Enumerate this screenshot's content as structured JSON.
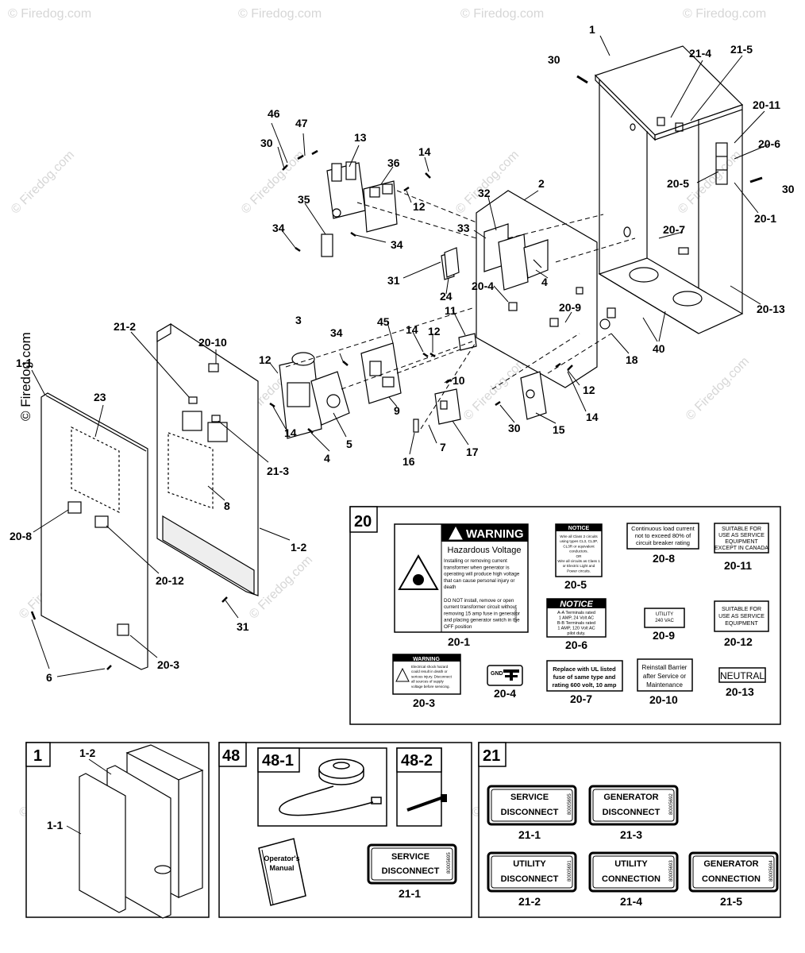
{
  "watermark": "© Firedog.com",
  "callouts": {
    "c1": "1",
    "c30a": "30",
    "c21_4": "21-4",
    "c21_5": "21-5",
    "c20_11": "20-11",
    "c20_6": "20-6",
    "c20_5": "20-5",
    "c30b": "30",
    "c20_1": "20-1",
    "c20_7": "20-7",
    "c20_13": "20-13",
    "c2": "2",
    "c46": "46",
    "c47": "47",
    "c13": "13",
    "c30c": "30",
    "c14a": "14",
    "c36": "36",
    "c12a": "12",
    "c35": "35",
    "c34a": "34",
    "c34b": "34",
    "c32": "32",
    "c33": "33",
    "c4a": "4",
    "c31a": "31",
    "c24": "24",
    "c20_4": "20-4",
    "c20_9": "20-9",
    "c11": "11",
    "c45": "45",
    "c14b": "14",
    "c12b": "12",
    "c18": "18",
    "c40": "40",
    "c3": "3",
    "c34c": "34",
    "c12c": "12",
    "c9": "9",
    "c10": "10",
    "c12d": "12",
    "c14c": "14",
    "c14d": "14",
    "c5": "5",
    "c4b": "4",
    "c7": "7",
    "c16": "16",
    "c17": "17",
    "c30d": "30",
    "c15": "15",
    "c20_10": "20-10",
    "c21_2": "21-2",
    "c1_1": "1-1",
    "c23": "23",
    "c21_3": "21-3",
    "c8": "8",
    "c1_2": "1-2",
    "c20_8": "20-8",
    "c20_12": "20-12",
    "c31b": "31",
    "c6": "6",
    "c20_3": "20-3"
  },
  "box20": {
    "tag": "20",
    "warning_header": "WARNING",
    "warning_title": "Hazardous Voltage",
    "warning_lines": [
      "Installing or removing current",
      "transformer when generator is",
      "operating will produce high voltage",
      "that can cause personal injury or",
      "death",
      "",
      "DO NOT install, remove or open",
      "current transformer circuit without",
      "removing 15 amp fuse in generator",
      "and placing generator switch in the",
      "OFF position"
    ],
    "warning_code": "80005680",
    "l20_1": "20-1",
    "notice_a_title": "NOTICE",
    "notice_a_lines": [
      "Wire all Class 2 circuits",
      "using types CL3, CL3P,",
      "CL3R or equivalent",
      "conductors.",
      "OR",
      "Wire all circuits as Class 1",
      "or Electric Light and",
      "Power circuits."
    ],
    "l20_5": "20-5",
    "l20_8_lines": [
      "Continuous load current",
      "not to exceed 80% of",
      "circuit breaker rating"
    ],
    "l20_8": "20-8",
    "l20_11_lines": [
      "SUITABLE FOR",
      "USE AS SERVICE",
      "EQUIPMENT",
      "EXCEPT IN CANADA"
    ],
    "l20_11": "20-11",
    "notice_b_title": "NOTICE",
    "notice_b_lines": [
      "A-A Terminals rated",
      "1 AMP, 24 Volt AC",
      "B-B Terminals rated",
      "1 AMP, 120 Volt AC",
      "pilot duty."
    ],
    "l20_6": "20-6",
    "l20_9_lines": [
      "UTILITY",
      "240 VAC"
    ],
    "l20_9": "20-9",
    "l20_12_lines": [
      "SUITABLE FOR",
      "USE AS SERVICE",
      "EQUIPMENT"
    ],
    "l20_12": "20-12",
    "small_warning_header": "WARNING",
    "small_warning_lines": [
      "Electrical shock hazard",
      "could result in death or",
      "serious injury. Disconnect",
      "all sources of supply",
      "voltage before servicing."
    ],
    "l20_3": "20-3",
    "gnd": "GND",
    "l20_4": "20-4",
    "l20_7_lines": [
      "Replace with UL listed",
      "fuse of same type and",
      "rating 600 volt, 10 amp"
    ],
    "l20_7": "20-7",
    "l20_10_lines": [
      "Reinstall Barrier",
      "after Service or",
      "Maintenance"
    ],
    "l20_10": "20-10",
    "neutral": "NEUTRAL",
    "l20_13": "20-13"
  },
  "box1": {
    "tag": "1",
    "c1_2": "1-2",
    "c1_1": "1-1"
  },
  "box48": {
    "tag": "48",
    "sub1": "48-1",
    "sub2": "48-2",
    "manual_lines": [
      "Operator's",
      "Manual"
    ],
    "label_lines": [
      "SERVICE",
      "DISCONNECT"
    ],
    "label_code": "80005695",
    "l21_1": "21-1"
  },
  "box21": {
    "tag": "21",
    "labels": [
      {
        "lines": [
          "SERVICE",
          "DISCONNECT"
        ],
        "code": "80005695",
        "ref": "21-1"
      },
      {
        "lines": [
          "GENERATOR",
          "DISCONNECT"
        ],
        "code": "80005692",
        "ref": "21-3"
      },
      {
        "lines": [
          "UTILITY",
          "DISCONNECT"
        ],
        "code": "80005691",
        "ref": "21-2"
      },
      {
        "lines": [
          "UTILITY",
          "CONNECTION"
        ],
        "code": "80005693",
        "ref": "21-4"
      },
      {
        "lines": [
          "GENERATOR",
          "CONNECTION"
        ],
        "code": "80005694",
        "ref": "21-5"
      }
    ]
  }
}
